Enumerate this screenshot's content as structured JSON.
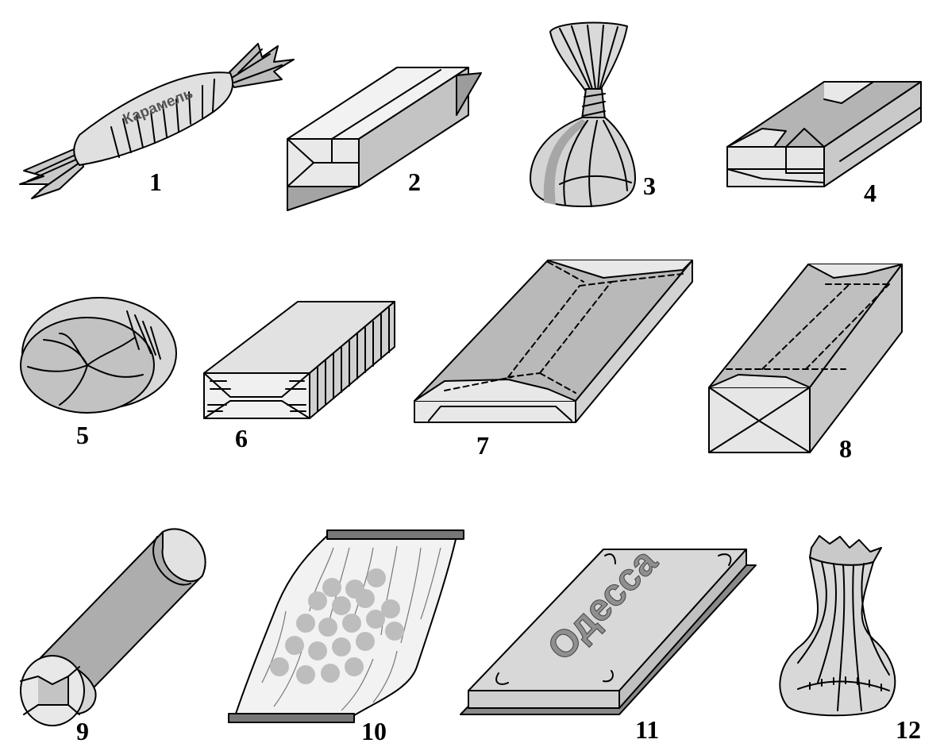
{
  "figure": {
    "items": [
      {
        "label": "1",
        "print_text": "Карамель",
        "icon": "twist-wrapped-caramel"
      },
      {
        "label": "2",
        "icon": "long-bar-pack-with-pointed-end"
      },
      {
        "label": "3",
        "icon": "twist-top-round-candy"
      },
      {
        "label": "4",
        "icon": "flat-envelope-fold-box"
      },
      {
        "label": "5",
        "icon": "round-tablet-wrap"
      },
      {
        "label": "6",
        "icon": "end-fold-bar-pack"
      },
      {
        "label": "7",
        "icon": "flat-tablet-wrap-dashed-seam"
      },
      {
        "label": "8",
        "icon": "tall-box-wrap-dashed-seam"
      },
      {
        "label": "9",
        "icon": "roll-wrap-cylinder"
      },
      {
        "label": "10",
        "icon": "sealed-transparent-pouch"
      },
      {
        "label": "11",
        "print_text": "Одесса",
        "icon": "chocolate-bar-pack"
      },
      {
        "label": "12",
        "icon": "pouch-bag-gathered-top"
      }
    ]
  },
  "colors": {
    "light_fill": "#e4e4e4",
    "mid_fill": "#b6b6b6",
    "dark_fill": "#9a9a9a",
    "outline": "#000000",
    "print_gray": "#8f8f8f"
  }
}
